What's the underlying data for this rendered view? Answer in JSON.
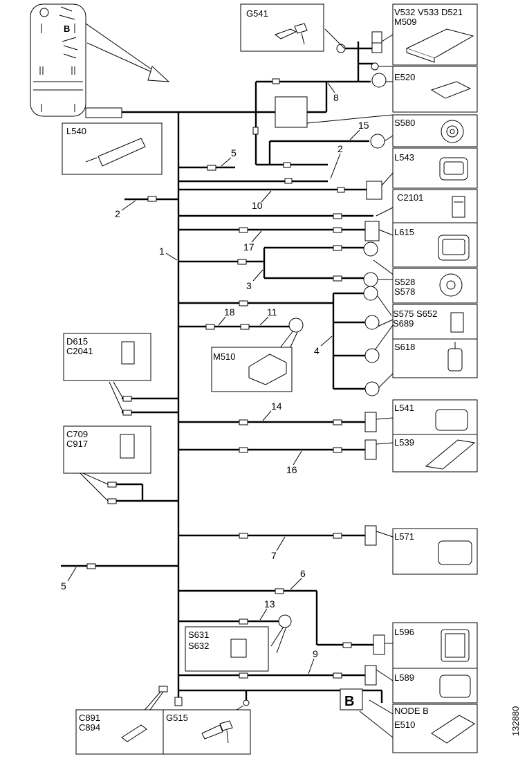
{
  "components": {
    "g541": "G541",
    "v532": "V532 V533 D521",
    "m509": "M509",
    "e520": "E520",
    "s580": "S580",
    "l543": "L543",
    "c2101": "C2101",
    "l615": "L615",
    "s528": "S528",
    "s578": "S578",
    "s575": "S575 S652",
    "s689": "S689",
    "s618": "S618",
    "l540": "L540",
    "d615": "D615",
    "c2041": "C2041",
    "m510": "M510",
    "c709": "C709",
    "c917": "C917",
    "l541": "L541",
    "l539": "L539",
    "l571": "L571",
    "s631": "S631",
    "s632": "S632",
    "l596": "L596",
    "l589": "L589",
    "c891": "C891",
    "c894": "C894",
    "g515": "G515",
    "node_b": "NODE B",
    "e510": "E510"
  },
  "location_marker": "B",
  "wire_numbers": [
    "1",
    "2",
    "2",
    "3",
    "4",
    "5",
    "5",
    "6",
    "7",
    "8",
    "9",
    "10",
    "11",
    "13",
    "14",
    "15",
    "16",
    "17",
    "18"
  ],
  "figure_id": "132880"
}
